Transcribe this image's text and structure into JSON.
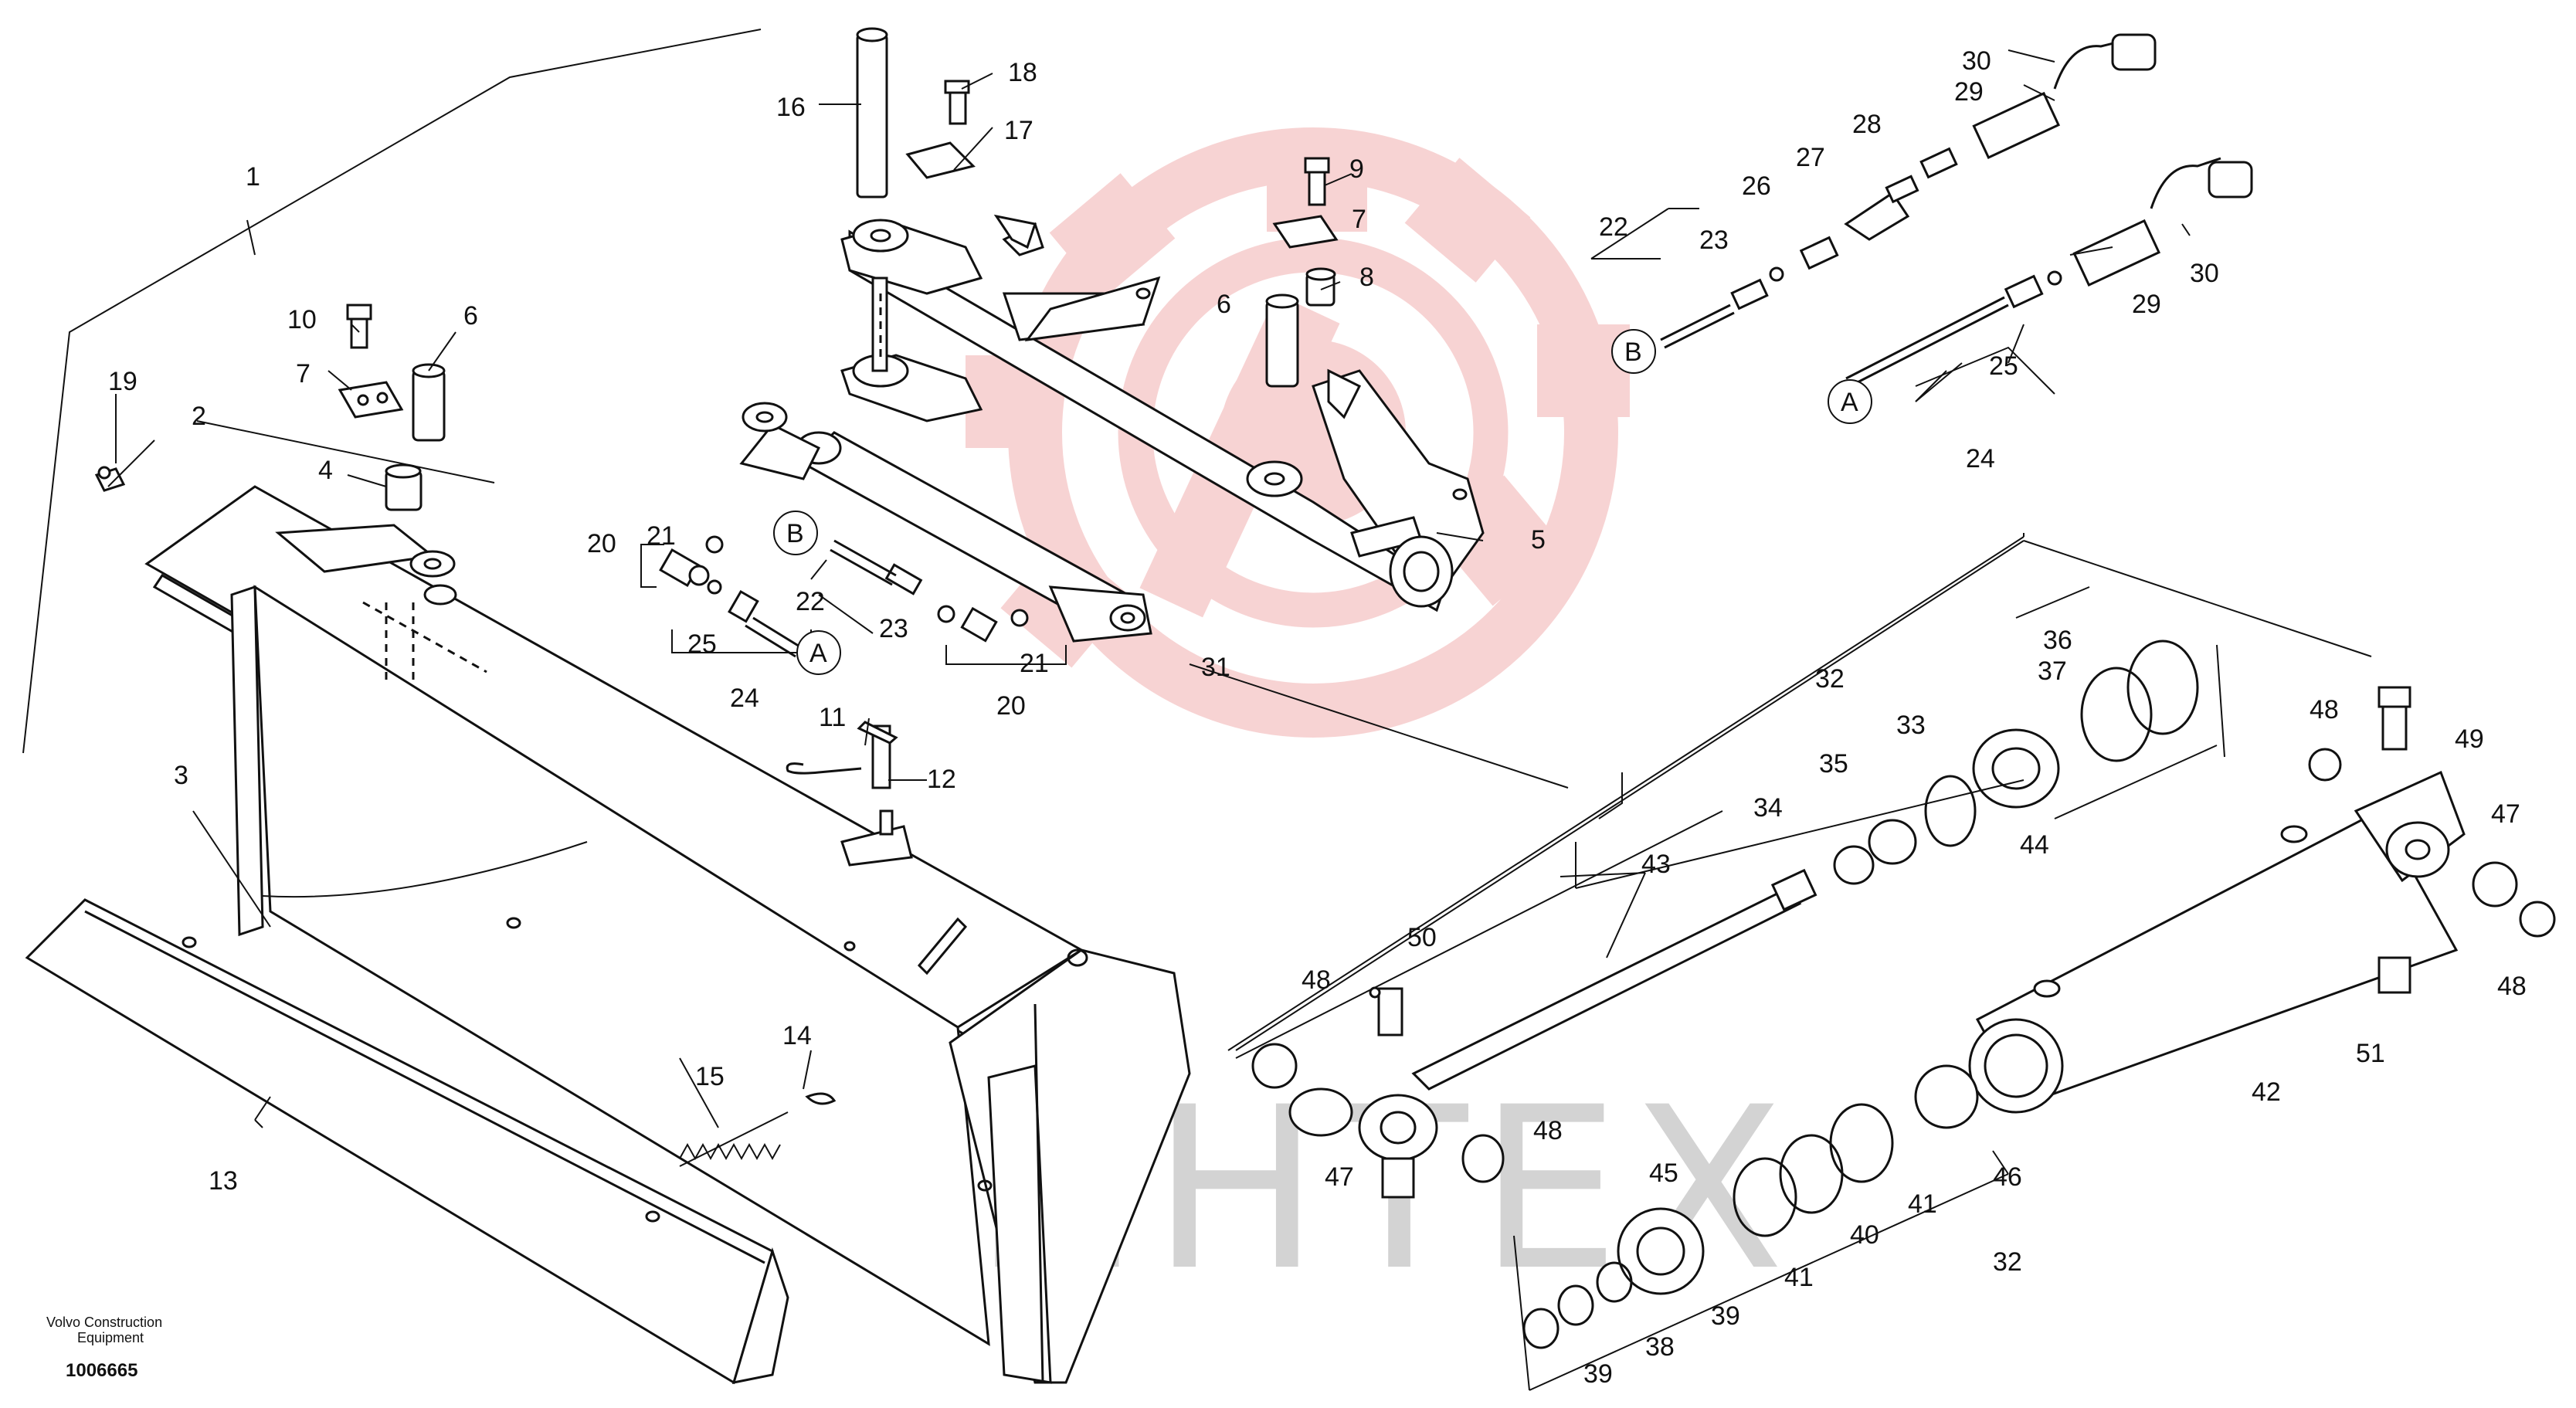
{
  "labels": [
    "1",
    "2",
    "3",
    "4",
    "5",
    "6",
    "6",
    "7",
    "7",
    "8",
    "9",
    "10",
    "11",
    "12",
    "13",
    "14",
    "15",
    "16",
    "17",
    "18",
    "19",
    "20",
    "20",
    "21",
    "21",
    "22",
    "22",
    "23",
    "23",
    "24",
    "24",
    "25",
    "25",
    "26",
    "27",
    "28",
    "29",
    "29",
    "30",
    "30",
    "31",
    "32",
    "32",
    "33",
    "34",
    "35",
    "36",
    "37",
    "38",
    "39",
    "39",
    "40",
    "41",
    "41",
    "42",
    "43",
    "44",
    "45",
    "46",
    "47",
    "47",
    "48",
    "48",
    "48",
    "48",
    "49",
    "50",
    "51"
  ],
  "refs": [
    "A",
    "A",
    "B",
    "B"
  ],
  "footer": {
    "company_line1": "Volvo Construction",
    "company_line2": "Equipment",
    "doc_number": "1006665"
  },
  "watermark": {
    "text": "ИНТЕХ",
    "color": "#f5c6c6"
  }
}
